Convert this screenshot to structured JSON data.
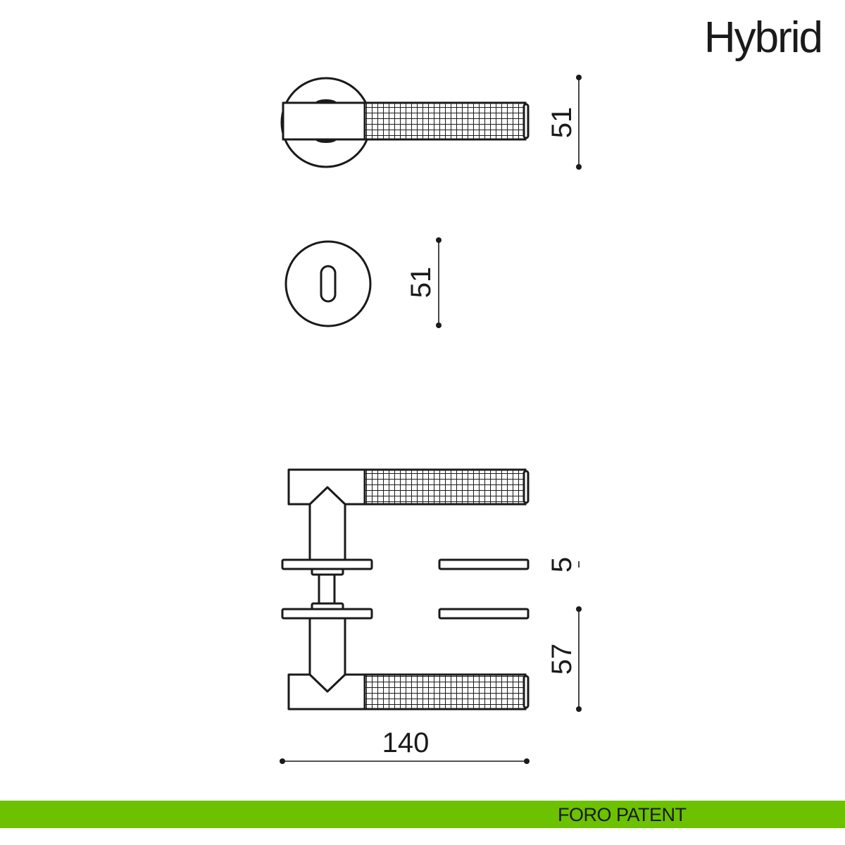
{
  "title": "Hybrid",
  "footer": {
    "label": "FORO PATENT",
    "color": "#6cc100"
  },
  "dimensions": {
    "lever_rose_diameter": "51",
    "escutcheon_diameter": "51",
    "rose_thickness": "5",
    "lever_height": "57",
    "lever_length": "140"
  }
}
